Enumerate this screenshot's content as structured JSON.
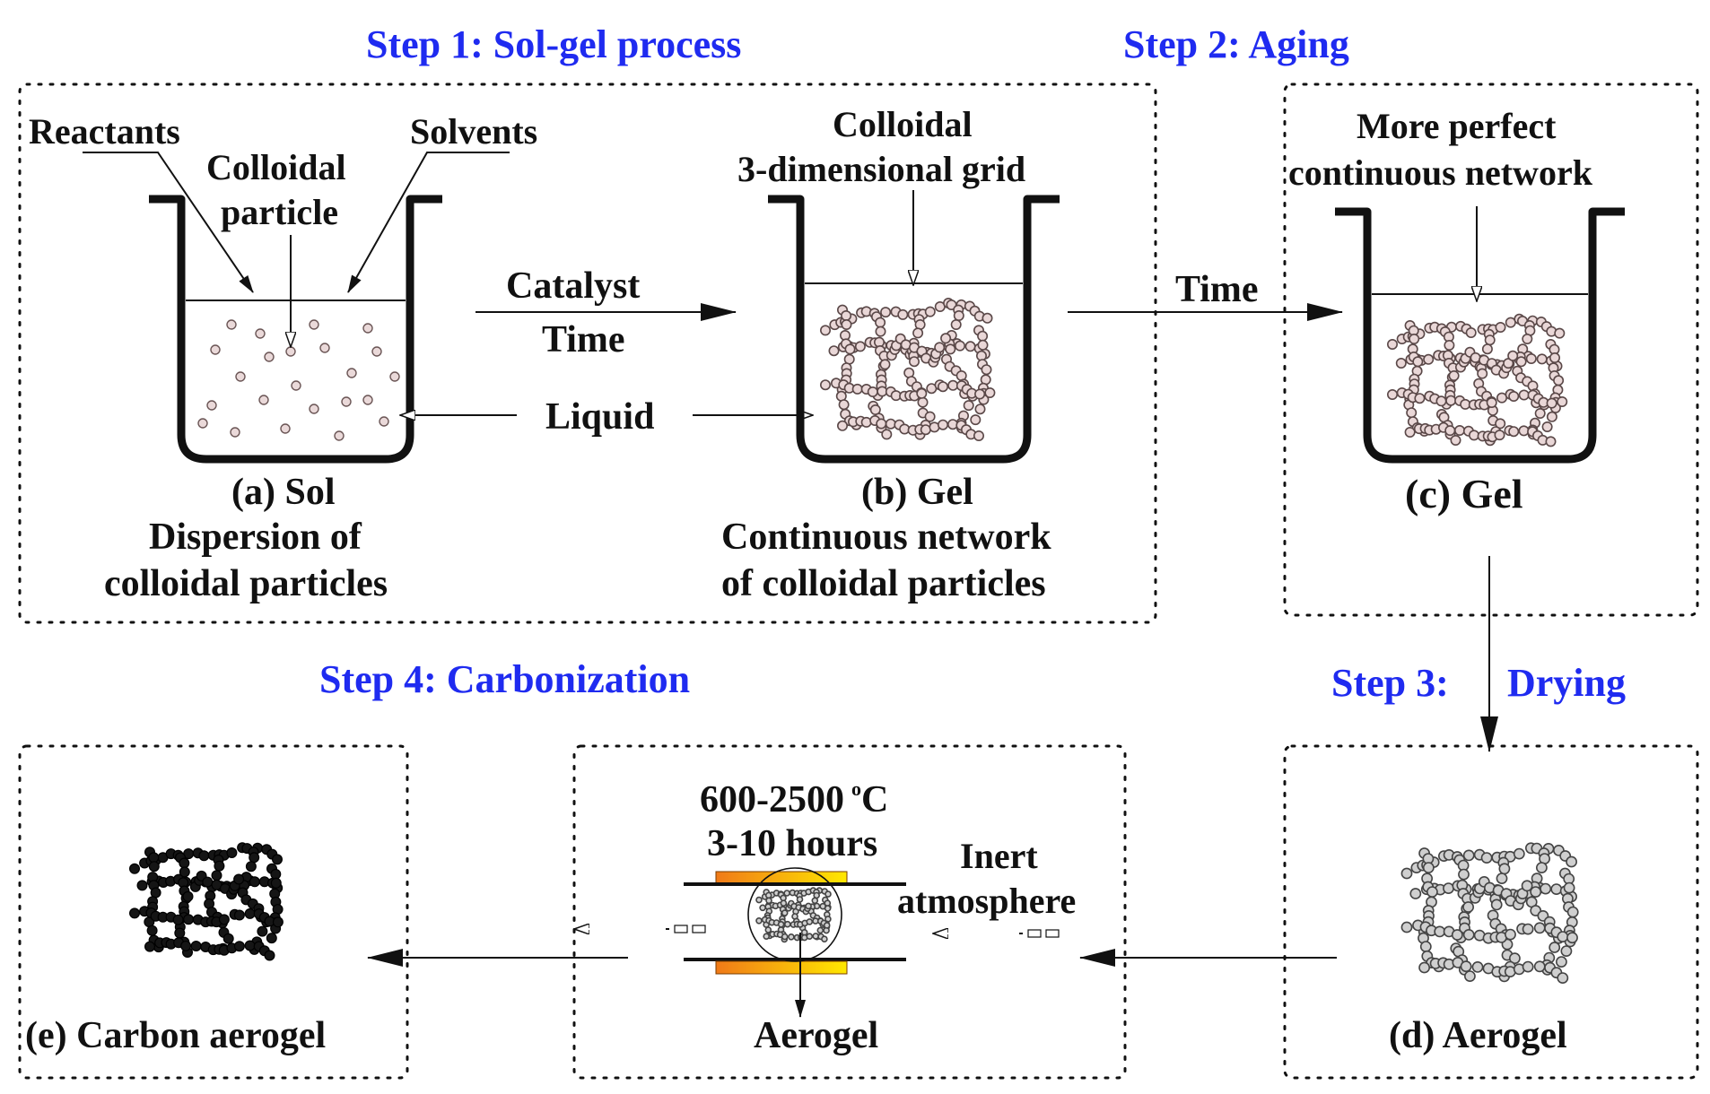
{
  "steps": {
    "step1": "Step 1: Sol-gel process",
    "step2": "Step 2: Aging",
    "step3": "Step 3:",
    "step3b": "Drying",
    "step4": "Step 4: Carbonization"
  },
  "labels": {
    "reactants": "Reactants",
    "solvents": "Solvents",
    "colloidal_particle_1": "Colloidal",
    "colloidal_particle_2": "particle",
    "colloidal_grid_1": "Colloidal",
    "colloidal_grid_2": "3-dimensional grid",
    "catalyst": "Catalyst",
    "time1": "Time",
    "time2": "Time",
    "liquid": "Liquid",
    "perfect_1": "More perfect",
    "perfect_2": "continuous network",
    "sol_title": "(a) Sol",
    "sol_desc_1": "Dispersion of",
    "sol_desc_2": "colloidal particles",
    "gel_b_title": "(b) Gel",
    "gel_b_desc_1": "Continuous network",
    "gel_b_desc_2": "of colloidal particles",
    "gel_c_title": "(c) Gel",
    "temp": "600-2500",
    "temp_sup": "o",
    "temp_unit": "C",
    "hours": "3-10 hours",
    "inert_1": "Inert",
    "inert_2": "atmosphere",
    "aerogel": "Aerogel",
    "d_aerogel": "(d) Aerogel",
    "e_carbon": "(e) Carbon aerogel"
  },
  "colors": {
    "step_text": "#1f2bf0",
    "heater_outer": "#f08a1c",
    "heater_inner": "#ffe000",
    "sol_particle": "#ead9d9",
    "aerogel_bead": "#cfcfcf",
    "carbon_bead": "#151515"
  }
}
